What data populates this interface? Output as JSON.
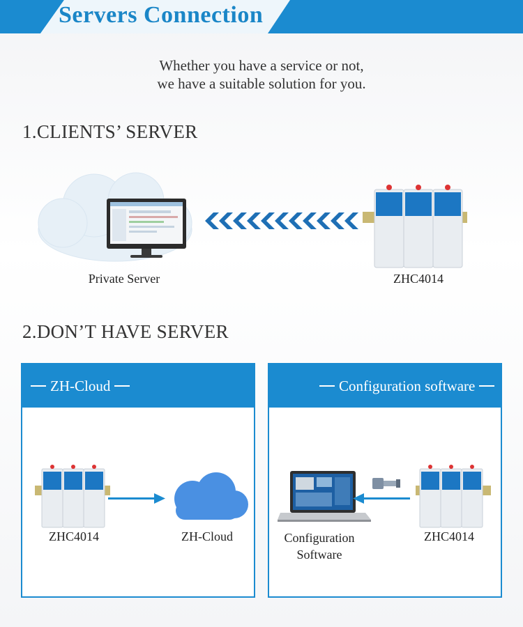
{
  "header": {
    "title": "Servers Connection"
  },
  "intro": {
    "line1": "Whether you have a service or not,",
    "line2": "we have a suitable solution for you."
  },
  "section1": {
    "title": "1.CLIENTS’ SERVER",
    "left_label": "Private Server",
    "right_label": "ZHC4014"
  },
  "section2": {
    "title": "2.DON’T HAVE SERVER",
    "panel_cloud": {
      "heading": "ZH-Cloud",
      "device_label": "ZHC4014",
      "cloud_label": "ZH-Cloud"
    },
    "panel_config": {
      "heading": "Configuration software",
      "software_label_line1": "Configuration",
      "software_label_line2": "Software",
      "device_label": "ZHC4014"
    }
  },
  "colors": {
    "accent": "#1b8bd0",
    "banner_light": "#e9f4fb",
    "cloud_blue": "#4a90e2"
  }
}
